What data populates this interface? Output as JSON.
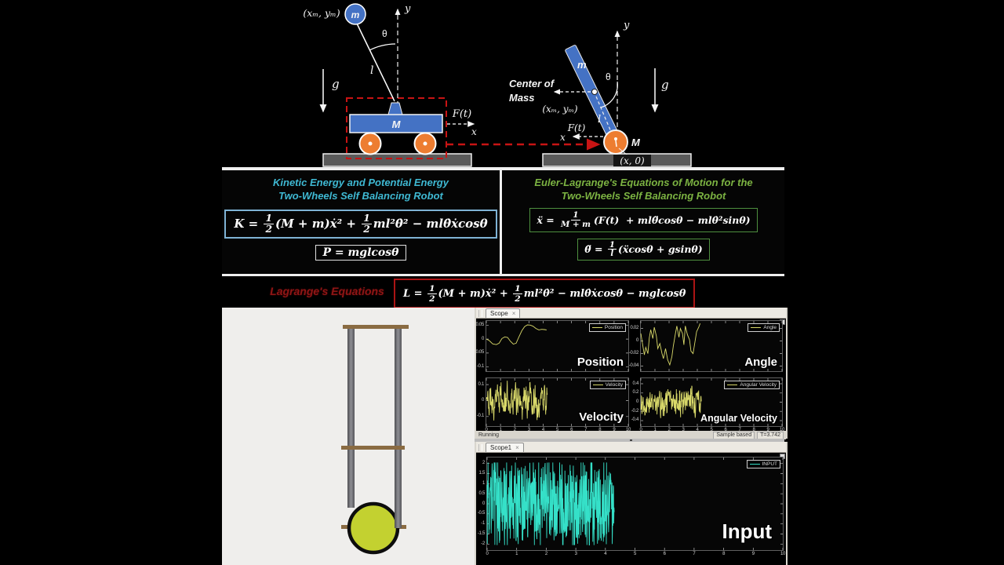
{
  "colors": {
    "accent_cyan": "#3fb9d3",
    "accent_green": "#7cb342",
    "accent_red": "#ab1414",
    "dark_red_text": "#8e1616",
    "cart_blue": "#4472c4",
    "wheel_orange": "#ed7d31",
    "ground_gray": "#5a5a5a",
    "trace_yellow": "#d9d96a",
    "trace_teal": "#35e0c8",
    "render_wheel": "#c3d130"
  },
  "diagram_left": {
    "coords": "(xₘ, yₘ)",
    "bob": "m",
    "theta": "θ",
    "rod": "l",
    "gravity": "g",
    "cart": "M",
    "force": "F(t)",
    "xaxis": "x",
    "yaxis": "y"
  },
  "diagram_right": {
    "yaxis": "y",
    "rod": "m",
    "theta": "θ",
    "gravity": "g",
    "com1": "Center of",
    "com2": "Mass",
    "coords": "(xₘ, yₘ)",
    "rod_len": "l",
    "force": "F(t)",
    "xaxis": "x",
    "wheel": "M",
    "ground": "(x, 0)"
  },
  "kinetic": {
    "title1": "Kinetic Energy and Potential Energy",
    "title2": "Two-Wheels Self Balancing Robot",
    "k_eq": [
      {
        "t": "K = "
      },
      {
        "f": [
          "1",
          "2"
        ]
      },
      {
        "t": "(M + m)ẋ² + "
      },
      {
        "f": [
          "1",
          "2"
        ]
      },
      {
        "t": "ml²θ̇² − mlθ̇ẋcosθ"
      }
    ],
    "p_eq": [
      {
        "t": "P = mglcosθ"
      }
    ]
  },
  "euler": {
    "title1": "Euler-Lagrange's Equations of Motion for the",
    "title2": "Two-Wheels Self Balancing Robot",
    "eq1": [
      {
        "t": "ẍ = "
      },
      {
        "f": [
          "1",
          "M + m"
        ]
      },
      {
        "t": "(F(t)  + mlθ̈cosθ − mlθ̇²sinθ)"
      }
    ],
    "eq2": [
      {
        "t": "θ̈ = "
      },
      {
        "f": [
          "1",
          "l"
        ]
      },
      {
        "t": "(ẍcosθ + gsinθ)"
      }
    ]
  },
  "lagrange": {
    "label": "Lagrange's Equations",
    "eq": [
      {
        "t": "L = "
      },
      {
        "f": [
          "1",
          "2"
        ]
      },
      {
        "t": "(M + m)ẋ² + "
      },
      {
        "f": [
          "1",
          "2"
        ]
      },
      {
        "t": "ml²θ̇² − mlθ̇ẋcosθ − mglcosθ"
      }
    ]
  },
  "scopes": {
    "scope_tab": "Scope",
    "scope1_tab": "Scope1",
    "close": "×",
    "status_running": "Running",
    "status_sample": "Sample based",
    "status_time": "T=3.742"
  },
  "chart_data": {
    "type": "line",
    "plots": [
      {
        "id": "position",
        "legend": "Position",
        "overlay": "Position",
        "color": "#d9d96a",
        "xlim": [
          0,
          10
        ],
        "ylim": [
          -0.115,
          0.065
        ],
        "yticks": [
          0.05,
          0,
          -0.05,
          -0.1
        ],
        "xticks": [
          0,
          1,
          2,
          3,
          4,
          5,
          6,
          7,
          8,
          9,
          10
        ],
        "show_xlabels": false,
        "series": {
          "type": "points",
          "points": [
            [
              0,
              0
            ],
            [
              0.2,
              -0.005
            ],
            [
              0.45,
              -0.017
            ],
            [
              0.7,
              -0.02
            ],
            [
              0.9,
              -0.015
            ],
            [
              1.1,
              0.002
            ],
            [
              1.3,
              0.008
            ],
            [
              1.5,
              0.006
            ],
            [
              1.7,
              -0.008
            ],
            [
              1.9,
              -0.018
            ],
            [
              2.1,
              -0.015
            ],
            [
              2.3,
              0.008
            ],
            [
              2.5,
              0.03
            ],
            [
              2.7,
              0.045
            ],
            [
              2.9,
              0.051
            ],
            [
              3.1,
              0.05
            ],
            [
              3.3,
              0.046
            ],
            [
              3.5,
              0.038
            ],
            [
              3.7,
              0.033
            ],
            [
              3.9,
              0.035
            ],
            [
              4.1,
              0.034
            ],
            [
              4.25,
              0.033
            ]
          ]
        }
      },
      {
        "id": "angle",
        "legend": "Angle",
        "overlay": "Angle",
        "color": "#d9d96a",
        "xlim": [
          0,
          10
        ],
        "ylim": [
          -0.048,
          0.032
        ],
        "yticks": [
          0.02,
          0,
          -0.02,
          -0.04
        ],
        "xticks": [
          0,
          1,
          2,
          3,
          4,
          5,
          6,
          7,
          8,
          9,
          10
        ],
        "show_xlabels": false,
        "series": {
          "type": "points",
          "points": [
            [
              0,
              0.012
            ],
            [
              0.1,
              -0.002
            ],
            [
              0.25,
              -0.022
            ],
            [
              0.35,
              -0.01
            ],
            [
              0.5,
              -0.02
            ],
            [
              0.6,
              0.005
            ],
            [
              0.7,
              0.018
            ],
            [
              0.85,
              0.004
            ],
            [
              0.95,
              0.022
            ],
            [
              1.1,
              0.008
            ],
            [
              1.2,
              -0.012
            ],
            [
              1.35,
              -0.004
            ],
            [
              1.5,
              -0.02
            ],
            [
              1.6,
              -0.028
            ],
            [
              1.75,
              -0.012
            ],
            [
              1.9,
              -0.03
            ],
            [
              2.05,
              -0.038
            ],
            [
              2.2,
              -0.025
            ],
            [
              2.3,
              -0.008
            ],
            [
              2.45,
              0.012
            ],
            [
              2.55,
              0.024
            ],
            [
              2.7,
              0.006
            ],
            [
              2.8,
              0.02
            ],
            [
              2.95,
              0.012
            ],
            [
              3.05,
              -0.006
            ],
            [
              3.15,
              0.024
            ],
            [
              3.3,
              0.01
            ],
            [
              3.45,
              0.002
            ],
            [
              3.55,
              -0.016
            ],
            [
              3.7,
              -0.02
            ],
            [
              3.8,
              -0.006
            ],
            [
              3.95,
              0.015
            ],
            [
              4.1,
              0.022
            ],
            [
              4.2,
              0.028
            ]
          ]
        }
      },
      {
        "id": "velocity",
        "legend": "Velocity",
        "overlay": "Velocity",
        "color": "#d9d96a",
        "xlim": [
          0,
          10
        ],
        "ylim": [
          -0.16,
          0.14
        ],
        "yticks": [
          0.1,
          0,
          -0.1
        ],
        "xticks": [
          0,
          1,
          2,
          3,
          4,
          5,
          6,
          7,
          8,
          9,
          10
        ],
        "show_xlabels": true,
        "series": {
          "type": "noise",
          "seed": 11,
          "n": 220,
          "t_end": 4.3,
          "amp": 0.26,
          "mix": 0.55,
          "clamp": 0.125
        }
      },
      {
        "id": "angular_velocity",
        "legend": "Angular Velocity",
        "overlay": "Angular Velocity",
        "color": "#d9d96a",
        "xlim": [
          0,
          10
        ],
        "ylim": [
          -0.52,
          0.52
        ],
        "yticks": [
          0.4,
          0.2,
          0,
          -0.2,
          -0.4
        ],
        "xticks": [
          0,
          1,
          2,
          3,
          4,
          5,
          6,
          7,
          8,
          9,
          10
        ],
        "show_xlabels": true,
        "series": {
          "type": "noise",
          "seed": 22,
          "n": 230,
          "t_end": 4.3,
          "amp": 0.5,
          "mix": 0.3,
          "clamp": 0.36
        }
      },
      {
        "id": "input",
        "legend": "INPUT",
        "overlay": "Input",
        "color": "#35e0c8",
        "xlim": [
          0,
          10
        ],
        "ylim": [
          -2.3,
          2.3
        ],
        "yticks": [
          2,
          1.5,
          1,
          0.5,
          0,
          -0.5,
          -1,
          -1.5,
          -2
        ],
        "xticks": [
          0,
          1,
          2,
          3,
          4,
          5,
          6,
          7,
          8,
          9,
          10
        ],
        "show_xlabels": true,
        "series": {
          "type": "noise",
          "seed": 33,
          "n": 560,
          "t_end": 4.3,
          "amp": 2.6,
          "mix": 0,
          "clamp": 2.05
        }
      }
    ]
  }
}
